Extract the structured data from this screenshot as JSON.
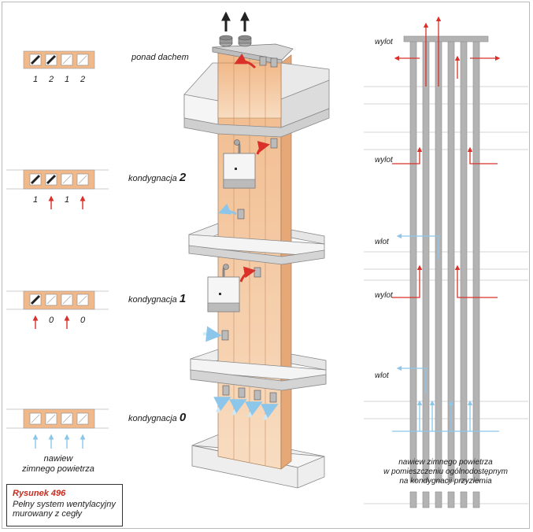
{
  "levels": {
    "roof": "ponad dachem",
    "floor2_prefix": "kondygnacja",
    "floor2_num": "2",
    "floor1_prefix": "kondygnacja",
    "floor1_num": "1",
    "floor0_prefix": "kondygnacja",
    "floor0_num": "0"
  },
  "mini_labels": {
    "roof": [
      "1",
      "2",
      "1",
      "2"
    ],
    "floor2": [
      "1",
      "1"
    ],
    "floor1": [
      "0",
      "0"
    ]
  },
  "left_note": [
    "nawiew",
    "zimnego powietrza"
  ],
  "right_labels": {
    "outlet_top": "wylot",
    "outlet_2": "wylot",
    "inlet_1": "wlot",
    "outlet_1": "wylot",
    "inlet_0": "wlot"
  },
  "right_note": [
    "nawiew zimnego powietrza",
    "w pomieszczeniu ogólnodostępnym",
    "na kondygnacji przyziemia"
  ],
  "caption": {
    "title": "Rysunek 496",
    "lines": [
      "Pełny system wentylacyjny",
      "murowany z cegły"
    ]
  },
  "colors": {
    "brick": "#f1b98a",
    "brick_light": "#f7d6b4",
    "slab": "#eeeeee",
    "pipe": "#b3b3b3",
    "hot": "#d9312a",
    "cold": "#8cc6ea"
  }
}
